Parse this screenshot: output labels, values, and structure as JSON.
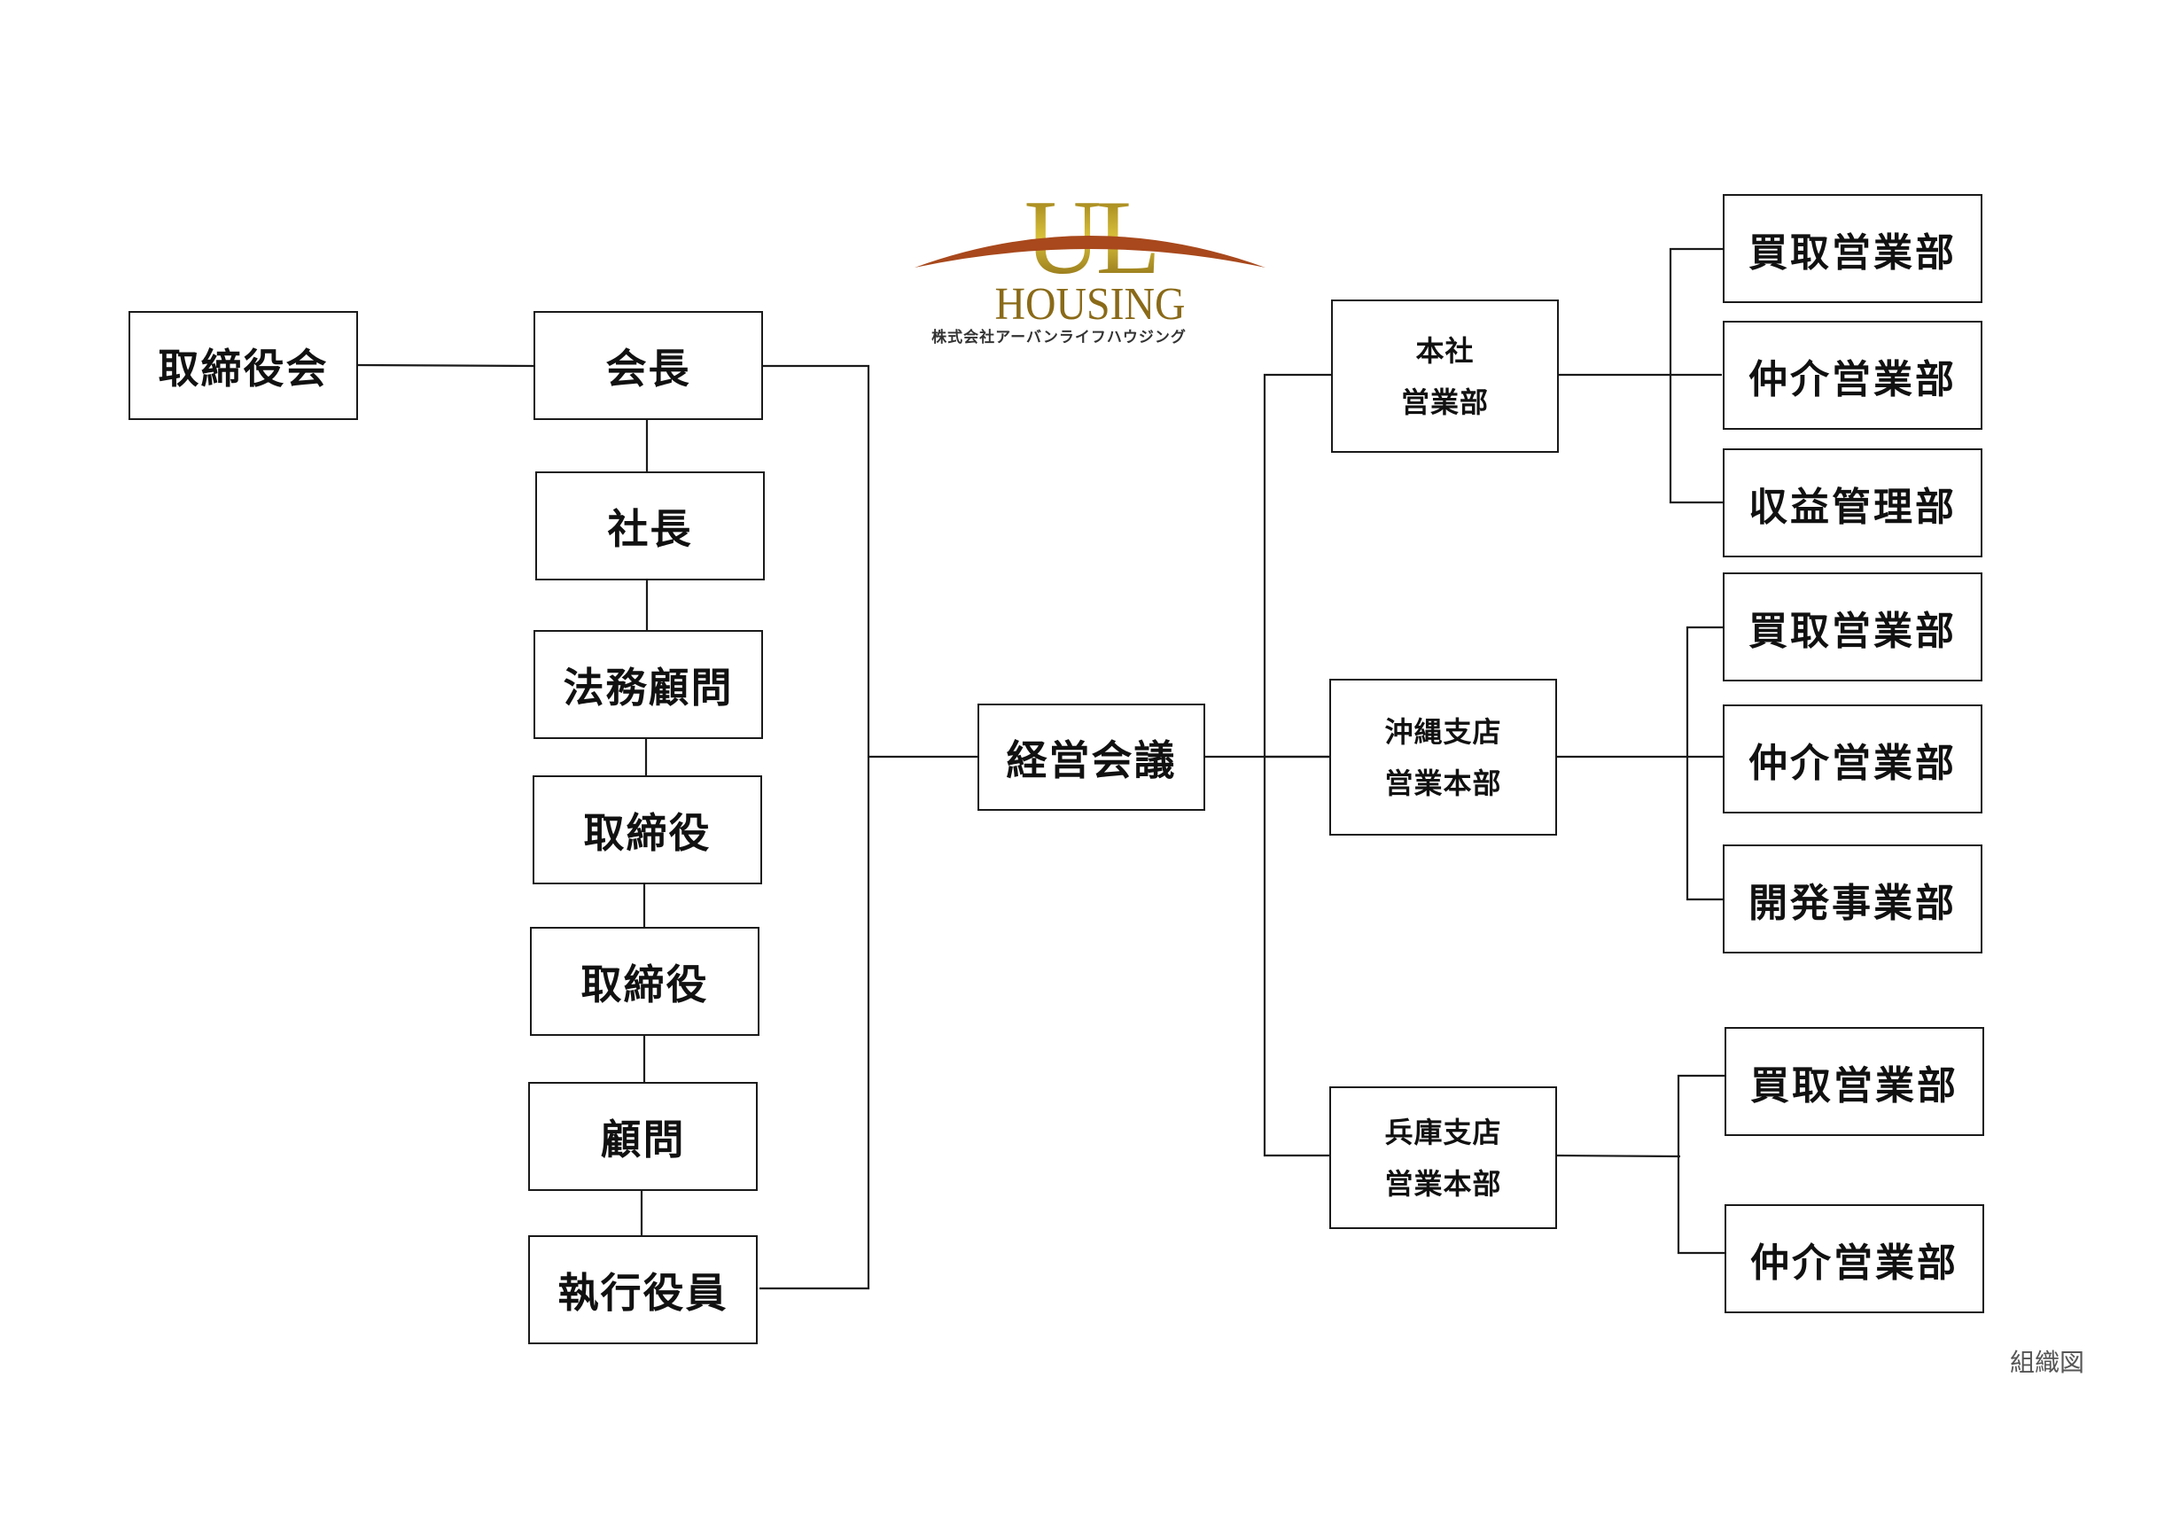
{
  "logo": {
    "mark": "UL",
    "wordmark": "HOUSING",
    "company": "株式会社アーバンライフハウジング",
    "colors": {
      "gold": "#b99a1e",
      "arc": "#a8481c"
    }
  },
  "board": {
    "label": "取締役会"
  },
  "executives": [
    "会長",
    "社長",
    "法務顧問",
    "取締役",
    "取締役",
    "顧問",
    "執行役員"
  ],
  "meeting": {
    "label": "経営会議"
  },
  "branches": [
    {
      "line1": "本社",
      "line2": "営業部",
      "departments": [
        "買取営業部",
        "仲介営業部",
        "収益管理部"
      ]
    },
    {
      "line1": "沖縄支店",
      "line2": "営業本部",
      "departments": [
        "買取営業部",
        "仲介営業部",
        "開発事業部"
      ]
    },
    {
      "line1": "兵庫支店",
      "line2": "営業本部",
      "departments": [
        "買取営業部",
        "仲介営業部"
      ]
    }
  ],
  "caption": "組織図",
  "colors": {
    "line": "#1a1a1a",
    "border": "#1a1a1a"
  }
}
